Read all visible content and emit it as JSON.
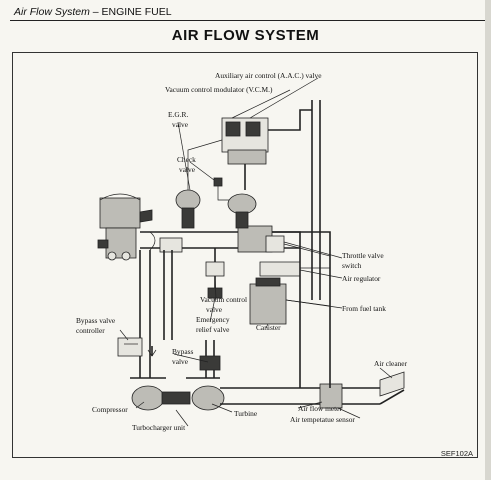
{
  "header": {
    "section": "Air Flow System",
    "separator": "–",
    "chapter": "ENGINE FUEL"
  },
  "title": "AIR FLOW SYSTEM",
  "figure_ref": "SEF102A",
  "labels": {
    "aac_valve": "Auxiliary air control (A.A.C.) valve",
    "vcm": "Vacuum control modulator (V.C.M.)",
    "egr_line1": "E.G.R.",
    "egr_line2": "valve",
    "check_line1": "Check",
    "check_line2": "valve",
    "throttle_line1": "Throttle valve",
    "throttle_line2": "switch",
    "air_regulator": "Air regulator",
    "fuel_tank": "From fuel tank",
    "vacuum_line1": "Vacuum control",
    "vacuum_line2": "valve",
    "emergency_line1": "Emergency",
    "emergency_line2": "relief valve",
    "canister": "Canister",
    "bypass_ctrl_line1": "Bypass valve",
    "bypass_ctrl_line2": "controller",
    "bypass_line1": "Bypass",
    "bypass_line2": "valve",
    "air_cleaner": "Air cleaner",
    "compressor": "Compressor",
    "turbine": "Turbine",
    "air_flow_meter": "Air flow meter",
    "air_temp_sensor": "Air tempetatue sensor",
    "turbocharger": "Turbocharger unit"
  }
}
